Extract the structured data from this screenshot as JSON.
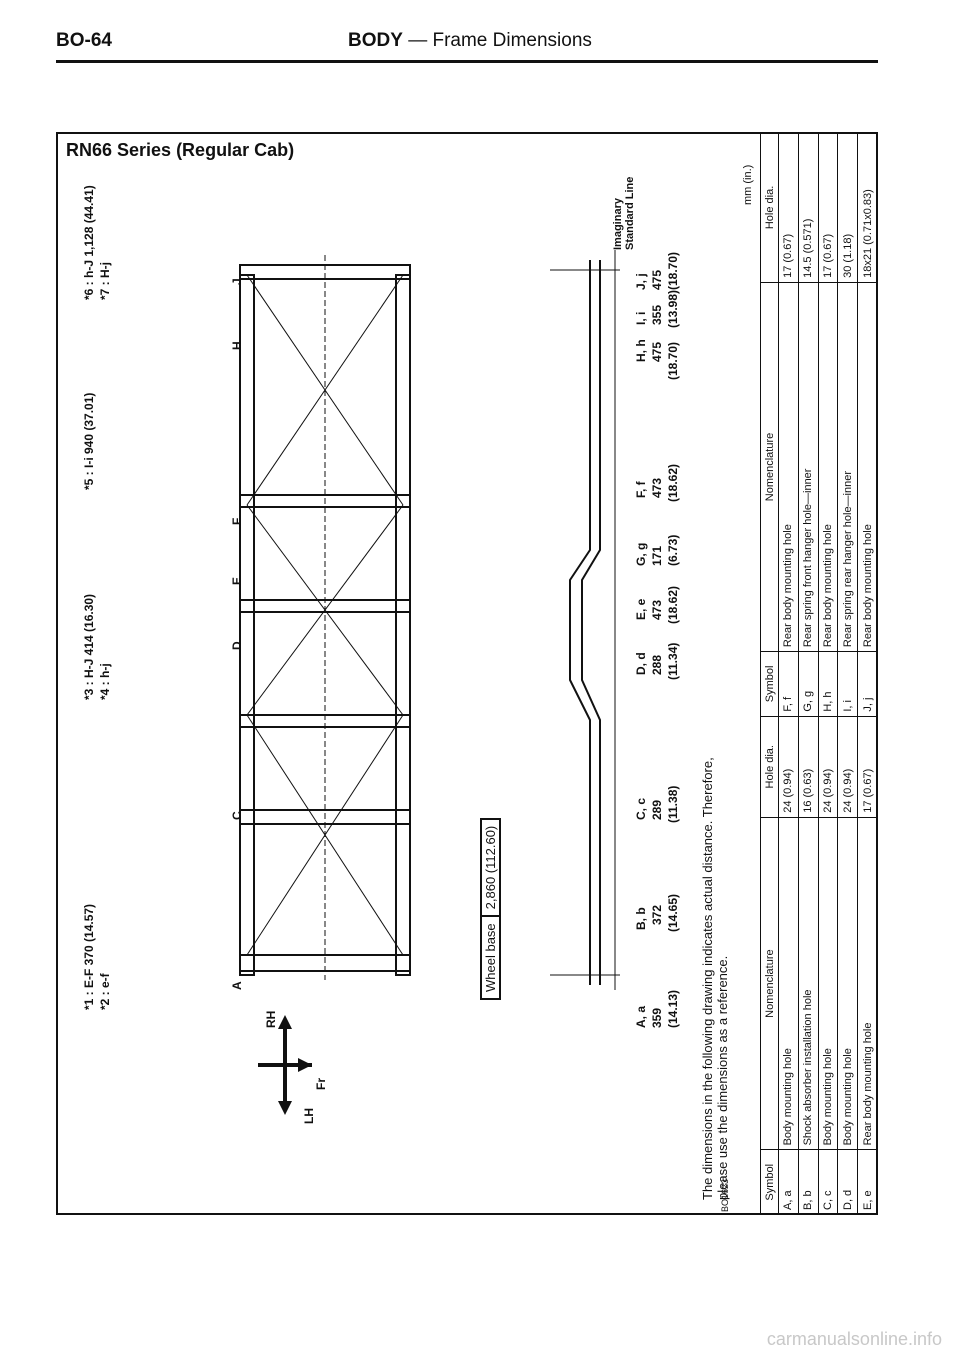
{
  "header": {
    "page_no": "BO-64",
    "section": "BODY",
    "subtitle": "— Frame Dimensions"
  },
  "series_title": "RN66 Series (Regular Cab)",
  "notes": {
    "n1": "*1 : E-F  370 (14.57)",
    "n2": "*2 : e-f",
    "n3": "*3 : H-J  414 (16.30)",
    "n4": "*4 : h-j",
    "n5": "*5 : I-i  940 (37.01)",
    "n6": "*6 : h-J  1,128 (44.41)",
    "n7": "*7 : H-j"
  },
  "directions": {
    "rh": "RH",
    "lh": "LH",
    "fr": "Fr"
  },
  "wheel_base": {
    "label": "Wheel base",
    "value": "2,860 (112.60)"
  },
  "imaginary_line": "Imaginary Standard Line",
  "unit": "mm (in.)",
  "side_points": [
    {
      "label": "A, a",
      "val": "359",
      "inch": "(14.13)"
    },
    {
      "label": "B, b",
      "val": "372",
      "inch": "(14.65)"
    },
    {
      "label": "C, c",
      "val": "289",
      "inch": "(11.38)"
    },
    {
      "label": "D, d",
      "val": "288",
      "inch": "(11.34)"
    },
    {
      "label": "E, e",
      "val": "473",
      "inch": "(18.62)"
    },
    {
      "label": "G, g",
      "val": "171",
      "inch": "(6.73)"
    },
    {
      "label": "F, f",
      "val": "473",
      "inch": "(18.62)"
    },
    {
      "label": "H, h",
      "val": "475",
      "inch": "(18.70)"
    },
    {
      "label": "I, i",
      "val": "355",
      "inch": "(13.98)"
    },
    {
      "label": "J, j",
      "val": "475",
      "inch": "(18.70)"
    }
  ],
  "note_text": "The dimensions in the following drawing indicates actual distance. Therefore, please use the dimensions as a reference.",
  "table": {
    "headers": [
      "Symbol",
      "Nomenclature",
      "Hole dia."
    ],
    "left_rows": [
      [
        "A, a",
        "Body mounting hole",
        "24 (0.94)"
      ],
      [
        "B, b",
        "Shock absorber installation hole",
        "16 (0.63)"
      ],
      [
        "C, c",
        "Body mounting hole",
        "24 (0.94)"
      ],
      [
        "D, d",
        "Body mounting hole",
        "24 (0.94)"
      ],
      [
        "E, e",
        "Rear body mounting hole",
        "17 (0.67)"
      ]
    ],
    "right_rows": [
      [
        "F, f",
        "Rear body mounting hole",
        "17   (0.67)"
      ],
      [
        "G, g",
        "Rear spring front hanger hole—inner",
        "14.5  (0.571)"
      ],
      [
        "H, h",
        "Rear body mounting hole",
        "17   (0.67)"
      ],
      [
        "I, i",
        "Rear spring rear hanger hole—inner",
        "30   (1.18)"
      ],
      [
        "J, j",
        "Rear body mounting hole",
        "18x21 (0.71x0.83)"
      ]
    ]
  },
  "code": "BO1623",
  "watermark": "carmanualsonline.info"
}
